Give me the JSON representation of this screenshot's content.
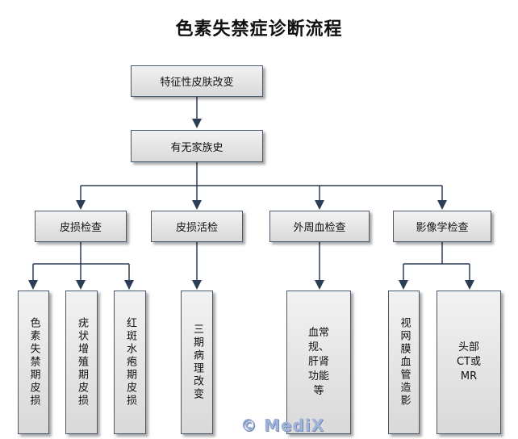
{
  "title": "色素失禁症诊断流程",
  "nodes": {
    "root": "特征性皮肤改变",
    "family": "有无家族史",
    "skin_exam": "皮损检查",
    "biopsy": "皮损活检",
    "blood": "外周血检查",
    "imaging": "影像学检查",
    "pigment": "色素失禁期皮损",
    "verrucous": "疣状增殖期皮损",
    "vesicle": "红斑水疱期皮损",
    "pathology": "三期病理改变",
    "blood_detail": "血常规、肝肾功能等",
    "retina": "视网膜血管造影",
    "head": "头部CT或MR"
  },
  "watermark": "© MediX"
}
